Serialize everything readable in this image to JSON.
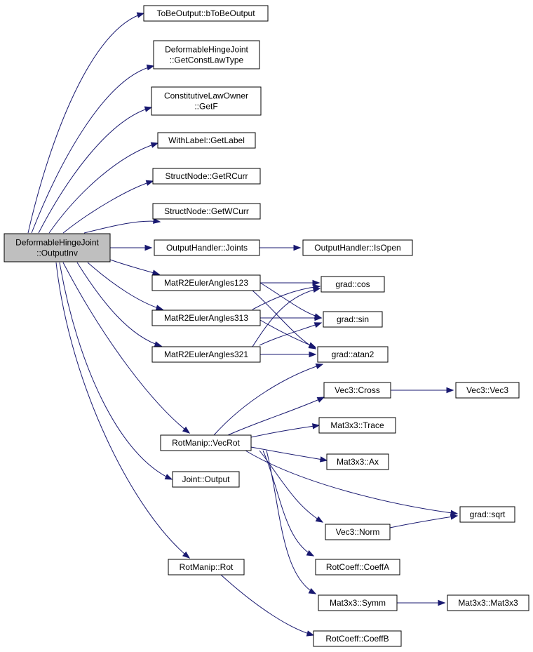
{
  "graph": {
    "colors": {
      "edge": "#191970",
      "root_fill": "#bfbfbf",
      "node_fill": "#ffffff",
      "node_border": "#000000"
    },
    "nodes": [
      {
        "id": "root",
        "lines": [
          "DeformableHingeJoint",
          "::OutputInv"
        ]
      },
      {
        "id": "tobe",
        "lines": [
          "ToBeOutput::bToBeOutput"
        ]
      },
      {
        "id": "constlaw",
        "lines": [
          "DeformableHingeJoint",
          "::GetConstLawType"
        ]
      },
      {
        "id": "getf",
        "lines": [
          "ConstitutiveLawOwner",
          "::GetF"
        ]
      },
      {
        "id": "getlabel",
        "lines": [
          "WithLabel::GetLabel"
        ]
      },
      {
        "id": "getrcurr",
        "lines": [
          "StructNode::GetRCurr"
        ]
      },
      {
        "id": "getwcurr",
        "lines": [
          "StructNode::GetWCurr"
        ]
      },
      {
        "id": "joints",
        "lines": [
          "OutputHandler::Joints"
        ]
      },
      {
        "id": "isopen",
        "lines": [
          "OutputHandler::IsOpen"
        ]
      },
      {
        "id": "mr123",
        "lines": [
          "MatR2EulerAngles123"
        ]
      },
      {
        "id": "mr313",
        "lines": [
          "MatR2EulerAngles313"
        ]
      },
      {
        "id": "mr321",
        "lines": [
          "MatR2EulerAngles321"
        ]
      },
      {
        "id": "cos",
        "lines": [
          "grad::cos"
        ]
      },
      {
        "id": "sin",
        "lines": [
          "grad::sin"
        ]
      },
      {
        "id": "atan2",
        "lines": [
          "grad::atan2"
        ]
      },
      {
        "id": "vecrot",
        "lines": [
          "RotManip::VecRot"
        ]
      },
      {
        "id": "cross",
        "lines": [
          "Vec3::Cross"
        ]
      },
      {
        "id": "vec3",
        "lines": [
          "Vec3::Vec3"
        ]
      },
      {
        "id": "trace",
        "lines": [
          "Mat3x3::Trace"
        ]
      },
      {
        "id": "ax",
        "lines": [
          "Mat3x3::Ax"
        ]
      },
      {
        "id": "output",
        "lines": [
          "Joint::Output"
        ]
      },
      {
        "id": "sqrt",
        "lines": [
          "grad::sqrt"
        ]
      },
      {
        "id": "norm",
        "lines": [
          "Vec3::Norm"
        ]
      },
      {
        "id": "rot",
        "lines": [
          "RotManip::Rot"
        ]
      },
      {
        "id": "coeffa",
        "lines": [
          "RotCoeff::CoeffA"
        ]
      },
      {
        "id": "symm",
        "lines": [
          "Mat3x3::Symm"
        ]
      },
      {
        "id": "mat3x3",
        "lines": [
          "Mat3x3::Mat3x3"
        ]
      },
      {
        "id": "coeffb",
        "lines": [
          "RotCoeff::CoeffB"
        ]
      }
    ],
    "edges": [
      [
        "root",
        "tobe"
      ],
      [
        "root",
        "constlaw"
      ],
      [
        "root",
        "getf"
      ],
      [
        "root",
        "getlabel"
      ],
      [
        "root",
        "getrcurr"
      ],
      [
        "root",
        "getwcurr"
      ],
      [
        "root",
        "joints"
      ],
      [
        "root",
        "mr123"
      ],
      [
        "root",
        "mr313"
      ],
      [
        "root",
        "mr321"
      ],
      [
        "root",
        "vecrot"
      ],
      [
        "root",
        "output"
      ],
      [
        "root",
        "rot"
      ],
      [
        "joints",
        "isopen"
      ],
      [
        "mr123",
        "cos"
      ],
      [
        "mr123",
        "sin"
      ],
      [
        "mr123",
        "atan2"
      ],
      [
        "mr313",
        "cos"
      ],
      [
        "mr313",
        "sin"
      ],
      [
        "mr313",
        "atan2"
      ],
      [
        "mr321",
        "cos"
      ],
      [
        "mr321",
        "sin"
      ],
      [
        "mr321",
        "atan2"
      ],
      [
        "vecrot",
        "atan2"
      ],
      [
        "vecrot",
        "cross"
      ],
      [
        "vecrot",
        "trace"
      ],
      [
        "vecrot",
        "ax"
      ],
      [
        "vecrot",
        "sqrt"
      ],
      [
        "vecrot",
        "norm"
      ],
      [
        "vecrot",
        "coeffa"
      ],
      [
        "vecrot",
        "symm"
      ],
      [
        "cross",
        "vec3"
      ],
      [
        "norm",
        "sqrt"
      ],
      [
        "symm",
        "mat3x3"
      ],
      [
        "rot",
        "coeffb"
      ]
    ]
  }
}
